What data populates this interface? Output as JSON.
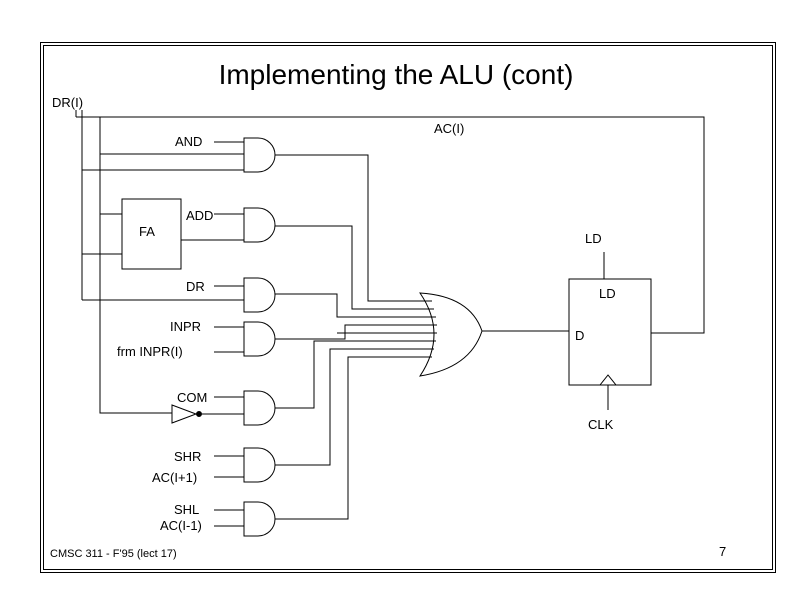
{
  "slide": {
    "title": "Implementing the ALU (cont)",
    "footer": "CMSC 311 - F'95 (lect 17)",
    "page_number": "7"
  },
  "diagram": {
    "labels": {
      "dr_i": "DR(I)",
      "ac_i": "AC(I)",
      "and": "AND",
      "fa": "FA",
      "add": "ADD",
      "dr": "DR",
      "inpr": "INPR",
      "frm_inpr": "frm INPR(I)",
      "com": "COM",
      "shr": "SHR",
      "ac_i_plus_1": "AC(I+1)",
      "shl": "SHL",
      "ac_i_minus_1": "AC(I-1)",
      "ld_input": "LD",
      "ld_ff": "LD",
      "d_ff": "D",
      "clk": "CLK"
    }
  }
}
